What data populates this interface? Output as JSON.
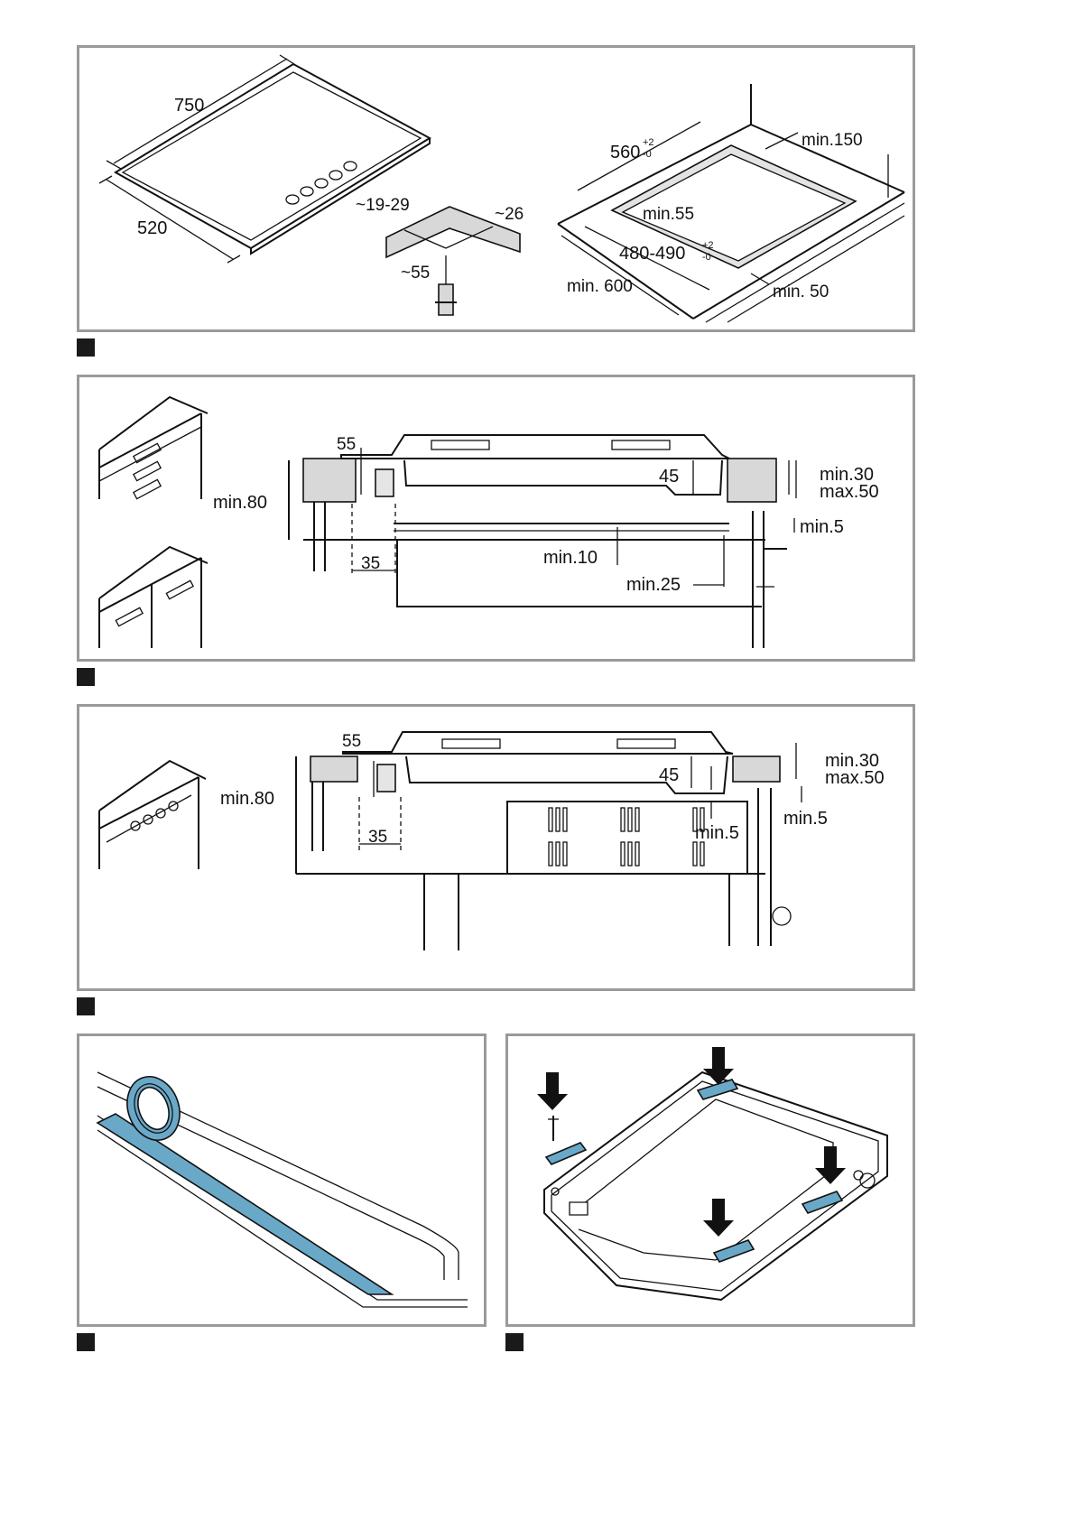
{
  "figure1": {
    "hob_width": "750",
    "hob_depth": "520",
    "seal_offset": "~19-29",
    "seal_width": "~26",
    "connector_height": "~55",
    "cutout_width": "560",
    "cutout_width_tol_plus": "+2",
    "cutout_width_tol_minus": "-0",
    "cutout_depth": "480-490",
    "cutout_depth_tol_plus": "+2",
    "cutout_depth_tol_minus": "-0",
    "min_front": "min.55",
    "min_wall": "min.150",
    "min_depth": "min. 600",
    "min_side": "min. 50"
  },
  "figure2": {
    "clearance_55": "55",
    "height_min80": "min.80",
    "gap_45": "45",
    "worktop_min30": "min.30",
    "worktop_max50": "max.50",
    "gap_min5": "min.5",
    "offset_35": "35",
    "gap_min10": "min.10",
    "gap_min25": "min.25"
  },
  "figure3": {
    "clearance_55": "55",
    "height_min80": "min.80",
    "gap_45": "45",
    "worktop_min30": "min.30",
    "worktop_max50": "max.50",
    "gap_min5_right": "min.5",
    "gap_min5_center": "min.5",
    "offset_35": "35"
  },
  "colors": {
    "seal_blue": "#6aa8c8",
    "frame_grey": "#9a9a9a",
    "fill_grey": "#d8d8d8"
  }
}
